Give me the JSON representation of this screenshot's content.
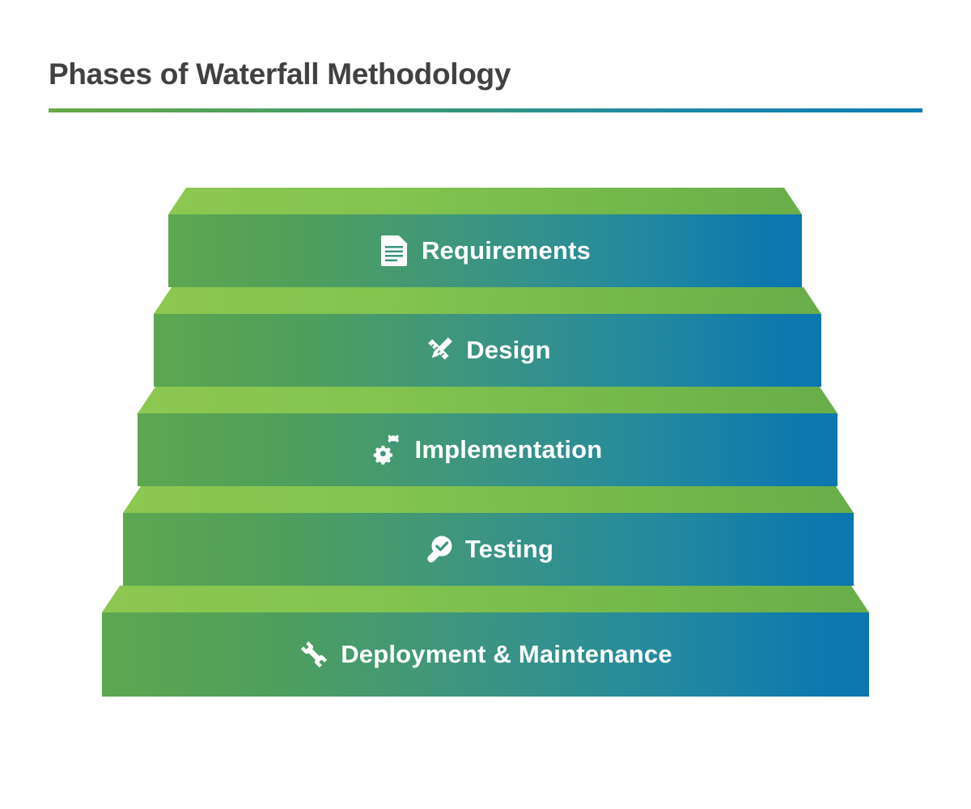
{
  "header": {
    "title": "Phases of Waterfall Methodology",
    "rule_gradient_start": "#66a945",
    "rule_gradient_end": "#0c7cb4",
    "title_color": "#414042"
  },
  "theme": {
    "background": "#ffffff",
    "step_top_green_light": "#8cc751",
    "step_top_green_dark": "#69ad49",
    "step_front_green": "#5da750",
    "step_front_blue": "#0c76b0",
    "label_color": "#ffffff"
  },
  "diagram": {
    "type": "staircase",
    "direction": "descending",
    "steps": [
      {
        "order": 1,
        "label": "Requirements",
        "icon": "document-icon"
      },
      {
        "order": 2,
        "label": "Design",
        "icon": "pencil-ruler-icon"
      },
      {
        "order": 3,
        "label": "Implementation",
        "icon": "gears-icon"
      },
      {
        "order": 4,
        "label": "Testing",
        "icon": "magnifier-check-icon"
      },
      {
        "order": 5,
        "label": "Deployment & Maintenance",
        "icon": "wrench-icon"
      }
    ]
  }
}
